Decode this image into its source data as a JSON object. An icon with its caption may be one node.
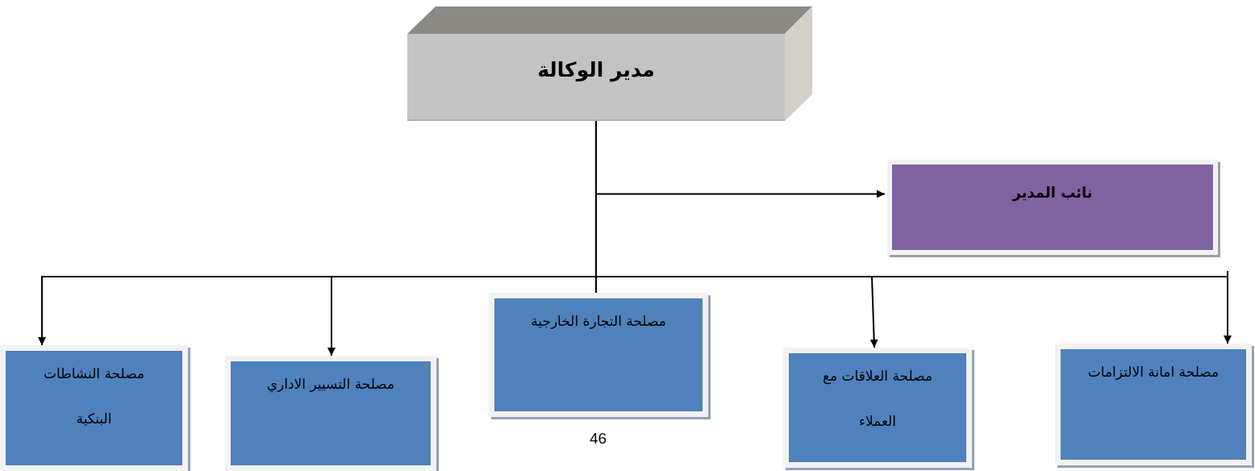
{
  "diagram": {
    "nodes": [
      {
        "text": [
          "مدير الوكالة"
        ]
      },
      {
        "text": [
          "نائب المدير"
        ]
      },
      {
        "text": [
          "مصلحة امانة الالتزامات"
        ]
      },
      {
        "text": [
          "مصلحة العلاقات مع العملاء"
        ]
      },
      {
        "text": [
          "مصلحة التجارة الخارجية"
        ]
      },
      {
        "text": [
          "مصلحة التسيير الاداري"
        ]
      },
      {
        "text": [
          "مصلحة النشاطات البنكية"
        ]
      }
    ],
    "edges": [
      {
        "from": 0,
        "to": 1,
        "arrow": "to"
      },
      {
        "from": 0,
        "to": 2,
        "arrow": "to"
      },
      {
        "from": 0,
        "to": 3,
        "arrow": "to"
      },
      {
        "from": 0,
        "to": 4,
        "arrow": "none"
      },
      {
        "from": 0,
        "to": 5,
        "arrow": "to"
      },
      {
        "from": 0,
        "to": 6,
        "arrow": "to"
      }
    ],
    "labels": [
      "46"
    ]
  }
}
